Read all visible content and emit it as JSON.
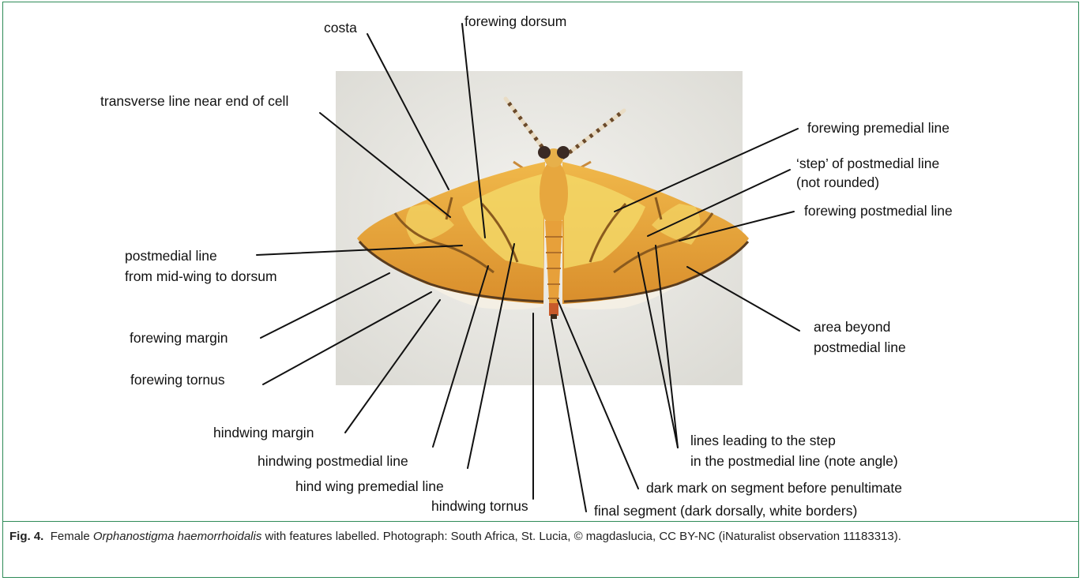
{
  "labels": {
    "costa": "costa",
    "forewing_dorsum": "forewing dorsum",
    "transverse_line": "transverse line near end of cell",
    "forewing_premedial_line": "forewing premedial line",
    "step_line1": "‘step’ of postmedial line",
    "step_line2": "(not rounded)",
    "forewing_postmedial_line": "forewing postmedial line",
    "postmedial_mid_line1": "postmedial line",
    "postmedial_mid_line2": "from mid-wing to dorsum",
    "forewing_margin": "forewing margin",
    "forewing_tornus": "forewing tornus",
    "area_beyond_line1": "area beyond",
    "area_beyond_line2": "postmedial line",
    "hindwing_margin": "hindwing margin",
    "hindwing_postmedial_line": "hindwing postmedial line",
    "hind_wing_premedial_line": "hind wing premedial line",
    "hindwing_tornus": "hindwing tornus",
    "lines_to_step_line1": "lines leading to the step",
    "lines_to_step_line2": "in the postmedial line (note angle)",
    "dark_mark": "dark mark on segment before penultimate",
    "final_segment": "final segment (dark dorsally, white borders)"
  },
  "caption": {
    "fig_label": "Fig. 4.",
    "text_before": "Female",
    "species": "Orphanostigma haemorrhoidalis",
    "text_after": "with features labelled. Photograph: South Africa, St. Lucia, © magdaslucia, CC BY-NC (iNaturalist observation 11183313)."
  },
  "colors": {
    "frame_border": "#2e8b57",
    "wing_orange": "#e8a23a",
    "wing_yellow": "#f3d766",
    "wing_line": "#8a5a1e",
    "background_photo": "#ecebe6"
  }
}
